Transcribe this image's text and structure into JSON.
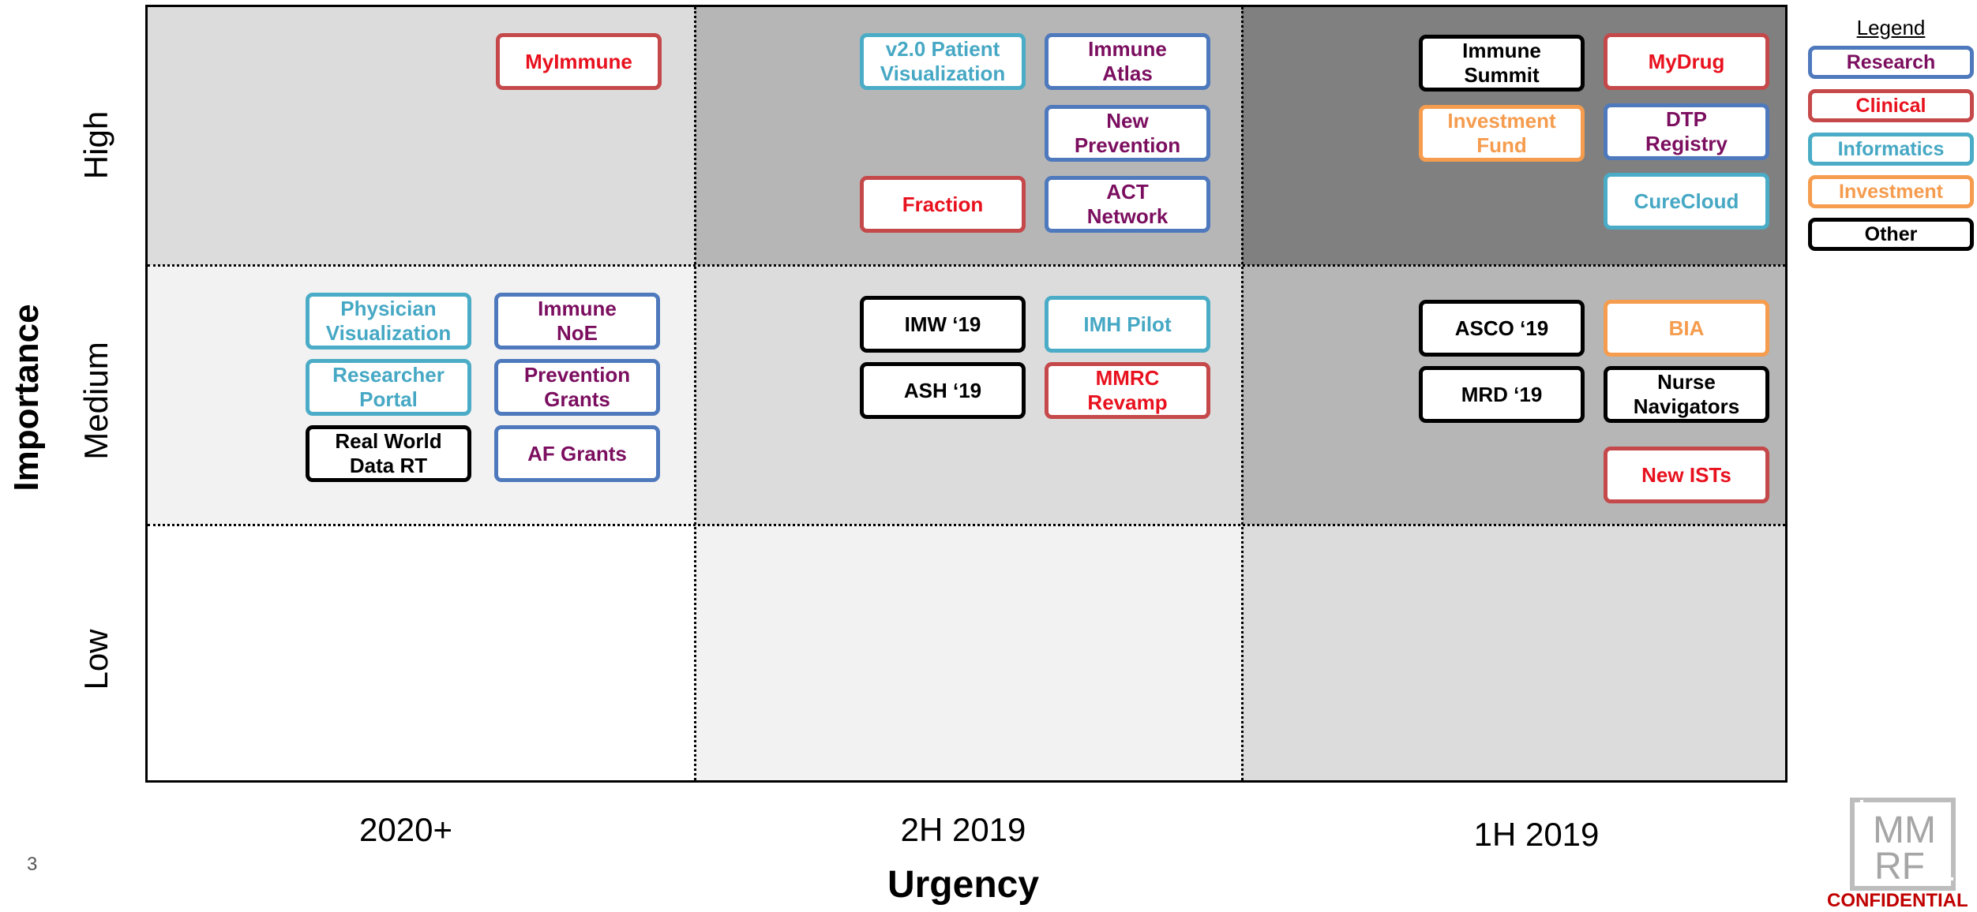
{
  "colors": {
    "research": {
      "border": "#4f79bd",
      "text": "#7b0e5f"
    },
    "clinical": {
      "border": "#c5484a",
      "text": "#e8111e"
    },
    "informatics": {
      "border": "#4aacc6",
      "text": "#46a8c4"
    },
    "investment": {
      "border": "#f59c4e",
      "text": "#f59c4e"
    },
    "other": {
      "border": "#000000",
      "text": "#000000"
    },
    "cell_shades": [
      "#dcdcdc",
      "#b6b6b6",
      "#808080",
      "#f2f2f2",
      "#dcdcdc",
      "#b6b6b6",
      "#ffffff",
      "#f2f2f2",
      "#dcdcdc"
    ]
  },
  "axes": {
    "y_title": "Importance",
    "x_title": "Urgency",
    "y_labels": [
      "High",
      "Medium",
      "Low"
    ],
    "x_labels": [
      "2020+",
      "2H 2019",
      "1H 2019"
    ]
  },
  "items": {
    "myimmune": {
      "label": "MyImmune",
      "category": "clinical"
    },
    "v2_patient_visualization": {
      "label": "v2.0 Patient\nVisualization",
      "category": "informatics"
    },
    "immune_atlas": {
      "label": "Immune\nAtlas",
      "category": "research"
    },
    "new_prevention": {
      "label": "New\nPrevention",
      "category": "research"
    },
    "fraction": {
      "label": "Fraction",
      "category": "clinical"
    },
    "act_network": {
      "label": "ACT\nNetwork",
      "category": "research"
    },
    "immune_summit": {
      "label": "Immune\nSummit",
      "category": "other"
    },
    "mydrug": {
      "label": "MyDrug",
      "category": "clinical"
    },
    "investment_fund": {
      "label": "Investment\nFund",
      "category": "investment"
    },
    "dtp_registry": {
      "label": "DTP\nRegistry",
      "category": "research"
    },
    "curecloud": {
      "label": "CureCloud",
      "category": "informatics"
    },
    "physician_visualization": {
      "label": "Physician\nVisualization",
      "category": "informatics"
    },
    "immune_noe": {
      "label": "Immune\nNoE",
      "category": "research"
    },
    "researcher_portal": {
      "label": "Researcher\nPortal",
      "category": "informatics"
    },
    "prevention_grants": {
      "label": "Prevention\nGrants",
      "category": "research"
    },
    "real_world_data_rt": {
      "label": "Real World\nData RT",
      "category": "other"
    },
    "af_grants": {
      "label": "AF Grants",
      "category": "research"
    },
    "imw_19": {
      "label": "IMW ‘19",
      "category": "other"
    },
    "imh_pilot": {
      "label": "IMH Pilot",
      "category": "informatics"
    },
    "ash_19": {
      "label": "ASH ‘19",
      "category": "other"
    },
    "mmrc_revamp": {
      "label": "MMRC\nRevamp",
      "category": "clinical"
    },
    "asco_19": {
      "label": "ASCO ‘19",
      "category": "other"
    },
    "bia": {
      "label": "BIA",
      "category": "investment"
    },
    "mrd_19": {
      "label": "MRD ‘19",
      "category": "other"
    },
    "nurse_navigators": {
      "label": "Nurse\nNavigators",
      "category": "other"
    },
    "new_ists": {
      "label": "New ISTs",
      "category": "clinical"
    }
  },
  "legend": {
    "title": "Legend",
    "entries": [
      {
        "label": "Research",
        "category": "research"
      },
      {
        "label": "Clinical",
        "category": "clinical"
      },
      {
        "label": "Informatics",
        "category": "informatics"
      },
      {
        "label": "Investment",
        "category": "investment"
      },
      {
        "label": "Other",
        "category": "other"
      }
    ]
  },
  "footer": {
    "page_number": "3",
    "confidential": "CONFIDENTIAL",
    "logo_text": [
      "MM",
      "RF"
    ]
  }
}
